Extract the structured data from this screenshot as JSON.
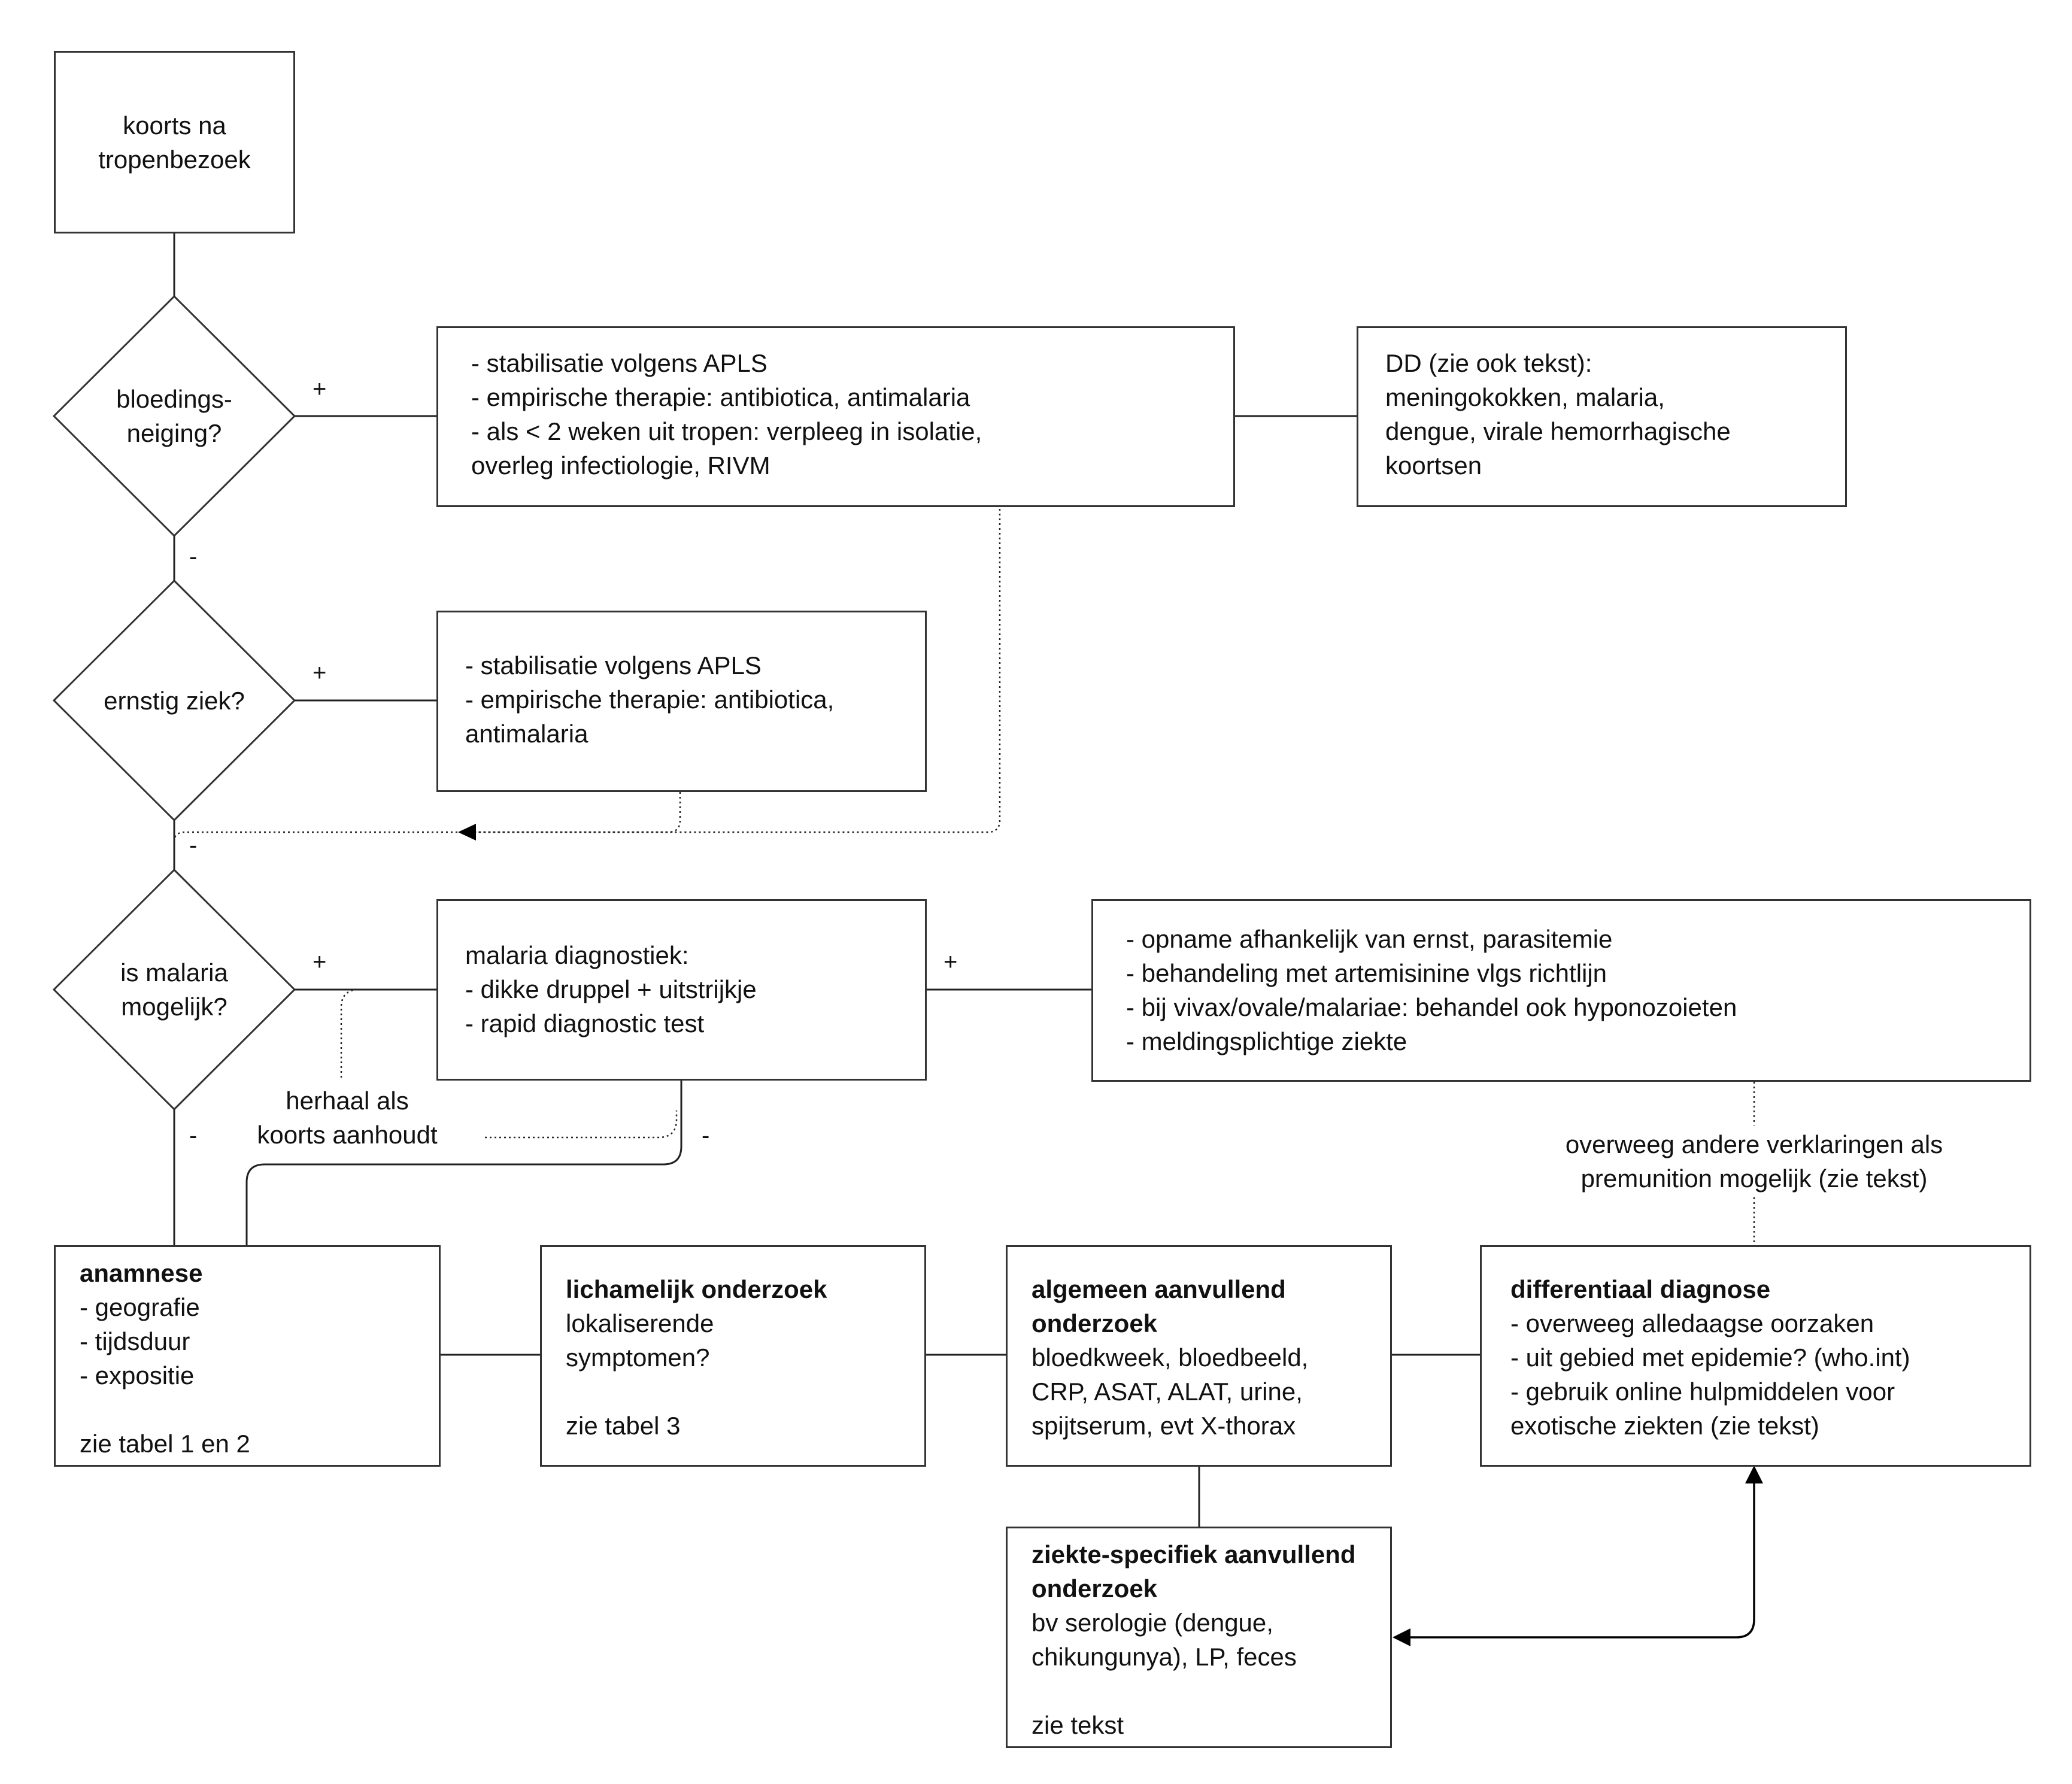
{
  "start_box": {
    "lines": [
      "koorts na",
      "tropenbezoek"
    ]
  },
  "decisions": {
    "bleeding": {
      "lines": [
        "bloedings-",
        "neiging?"
      ]
    },
    "severe": {
      "lines": [
        "ernstig ziek?"
      ]
    },
    "malaria": {
      "lines": [
        "is malaria",
        "mogelijk?"
      ]
    }
  },
  "signs": {
    "plus": "+",
    "minus": "-"
  },
  "boxes": {
    "bleeding_action": {
      "lines": [
        "- stabilisatie volgens APLS",
        "- empirische therapie: antibiotica, antimalaria",
        "- als < 2 weken uit tropen: verpleeg in isolatie,",
        "overleg infectiologie, RIVM"
      ]
    },
    "dd": {
      "lines": [
        "DD (zie ook tekst):",
        "meningokokken, malaria,",
        "dengue, virale hemorrhagische",
        "koortsen"
      ]
    },
    "severe_action": {
      "lines": [
        "- stabilisatie volgens APLS",
        "- empirische therapie: antibiotica,",
        "antimalaria"
      ]
    },
    "malaria_diag": {
      "lines": [
        "malaria diagnostiek:",
        "- dikke druppel + uitstrijkje",
        "- rapid diagnostic test"
      ]
    },
    "malaria_treat": {
      "lines": [
        "- opname afhankelijk van ernst, parasitemie",
        "- behandeling met artemisinine vlgs richtlijn",
        "- bij vivax/ovale/malariae: behandel ook hyponozoieten",
        "- meldingsplichtige ziekte"
      ]
    },
    "anamnese": {
      "title": "anamnese",
      "lines": [
        "- geografie",
        "- tijdsduur",
        "- expositie",
        "",
        "zie tabel 1 en 2"
      ]
    },
    "lichamelijk": {
      "title": "lichamelijk onderzoek",
      "lines": [
        "lokaliserende",
        "symptomen?",
        "",
        "zie tabel 3"
      ]
    },
    "algemeen": {
      "title": "algemeen aanvullend onderzoek",
      "lines": [
        "bloedkweek, bloedbeeld,",
        "CRP, ASAT, ALAT, urine,",
        "spijtserum, evt X-thorax"
      ]
    },
    "differentiaal": {
      "title": "differentiaal diagnose",
      "lines": [
        "- overweeg alledaagse oorzaken",
        "- uit gebied met epidemie? (who.int)",
        "- gebruik online hulpmiddelen voor",
        "exotische ziekten (zie tekst)"
      ]
    },
    "ziekte": {
      "title": "ziekte-specifiek aanvullend  onderzoek",
      "lines": [
        "bv serologie (dengue,",
        "chikungunya), LP, feces",
        "",
        "zie tekst"
      ]
    }
  },
  "notes": {
    "repeat": {
      "lines": [
        "herhaal als",
        "koorts aanhoudt"
      ]
    },
    "premunition": {
      "lines": [
        "overweeg andere verklaringen als",
        "premunition mogelijk (zie tekst)"
      ]
    }
  }
}
